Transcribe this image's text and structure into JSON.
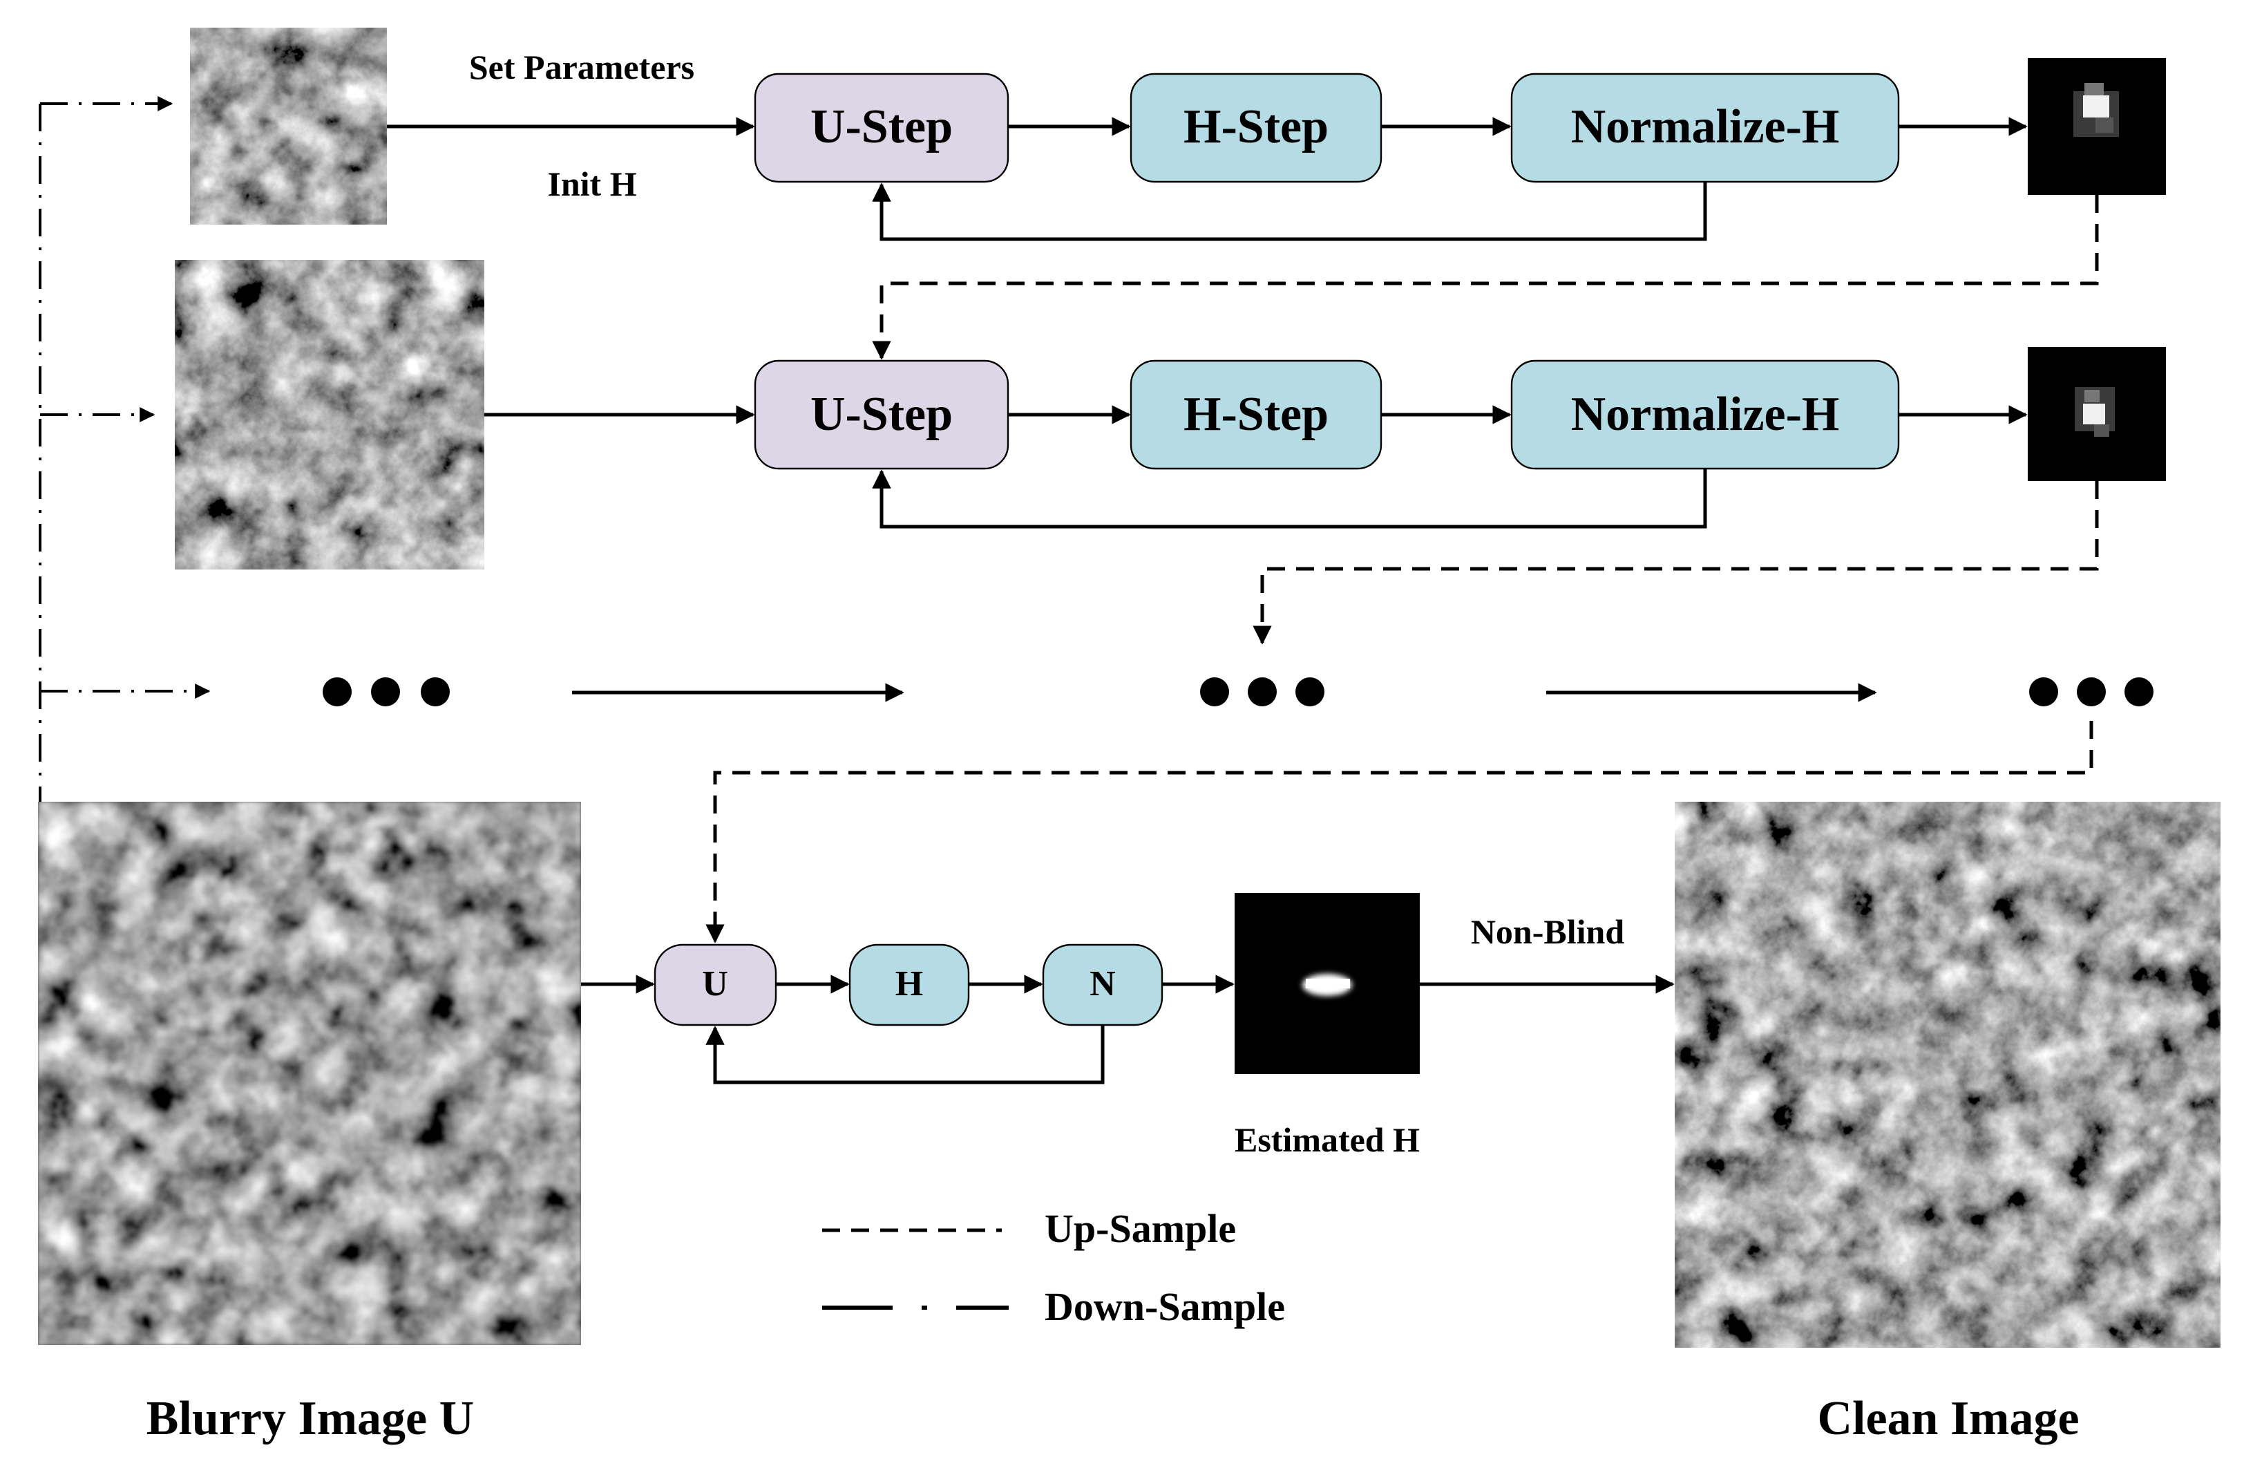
{
  "colors": {
    "u_box": "#ddd6e6",
    "h_box": "#b5dbe5",
    "kernel_bg": "#000000",
    "line": "#000000"
  },
  "labels": {
    "set_parameters": "Set Parameters",
    "init_h": "Init H",
    "non_blind": "Non-Blind",
    "estimated_h": "Estimated H",
    "blurry_image": "Blurry Image U",
    "clean_image": "Clean Image"
  },
  "legend": {
    "up_sample": "Up-Sample",
    "down_sample": "Down-Sample"
  },
  "rows": [
    {
      "u_step": "U-Step",
      "h_step": "H-Step",
      "normalize": "Normalize-H"
    },
    {
      "u_step": "U-Step",
      "h_step": "H-Step",
      "normalize": "Normalize-H"
    }
  ],
  "final_row": {
    "u": "U",
    "h": "H",
    "n": "N"
  },
  "images": {
    "small_terrain": "terrain-image",
    "medium_terrain": "terrain-image",
    "blurry_terrain": "terrain-image",
    "clean_terrain": "terrain-image",
    "kernel_1": "blur-kernel-image",
    "kernel_2": "blur-kernel-image",
    "kernel_final": "blur-kernel-image"
  }
}
